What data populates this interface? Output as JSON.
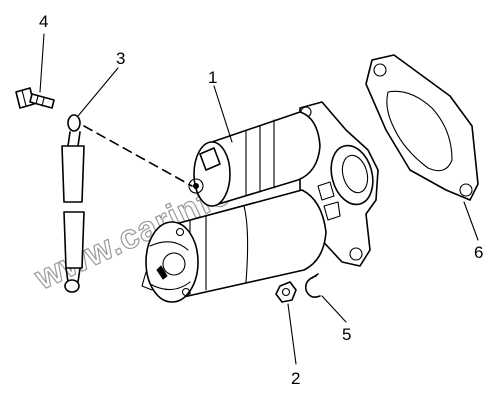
{
  "callouts": [
    {
      "id": "1",
      "label": "1"
    },
    {
      "id": "2",
      "label": "2"
    },
    {
      "id": "3",
      "label": "3"
    },
    {
      "id": "4",
      "label": "4"
    },
    {
      "id": "5",
      "label": "5"
    },
    {
      "id": "6",
      "label": "6"
    }
  ],
  "watermark": {
    "text": "www.carinfo-too.kz"
  }
}
